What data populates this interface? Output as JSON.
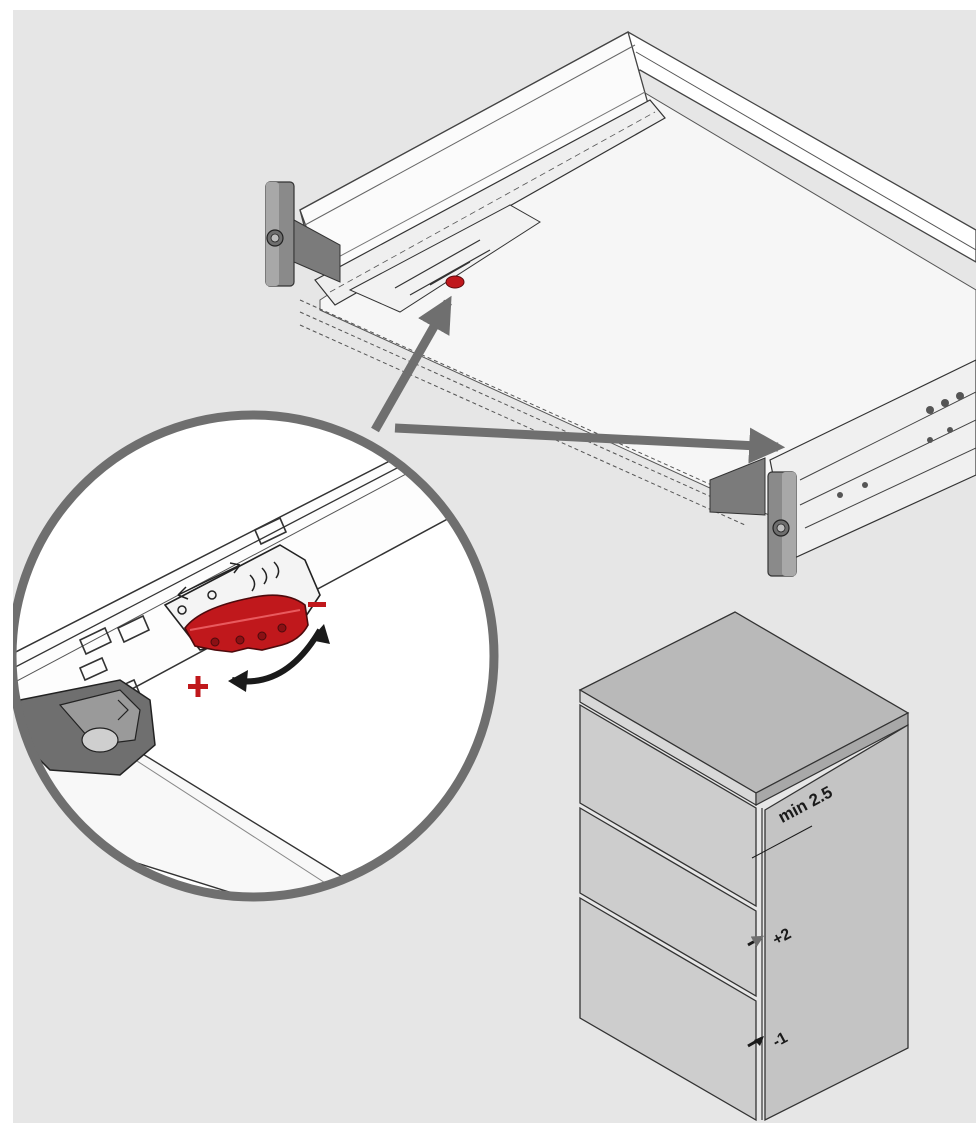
{
  "detail_view": {
    "plus_sign": "+",
    "minus_sign": "−"
  },
  "cabinet": {
    "gap_label": "min 2.5",
    "adjust_plus_label": "+2",
    "adjust_minus_label": "-1"
  },
  "colors": {
    "background": "#e6e6e6",
    "adjuster_red": "#c0181c",
    "arrow_gray": "#6f6f6f",
    "cabinet_gray": "#c9c9c9"
  }
}
